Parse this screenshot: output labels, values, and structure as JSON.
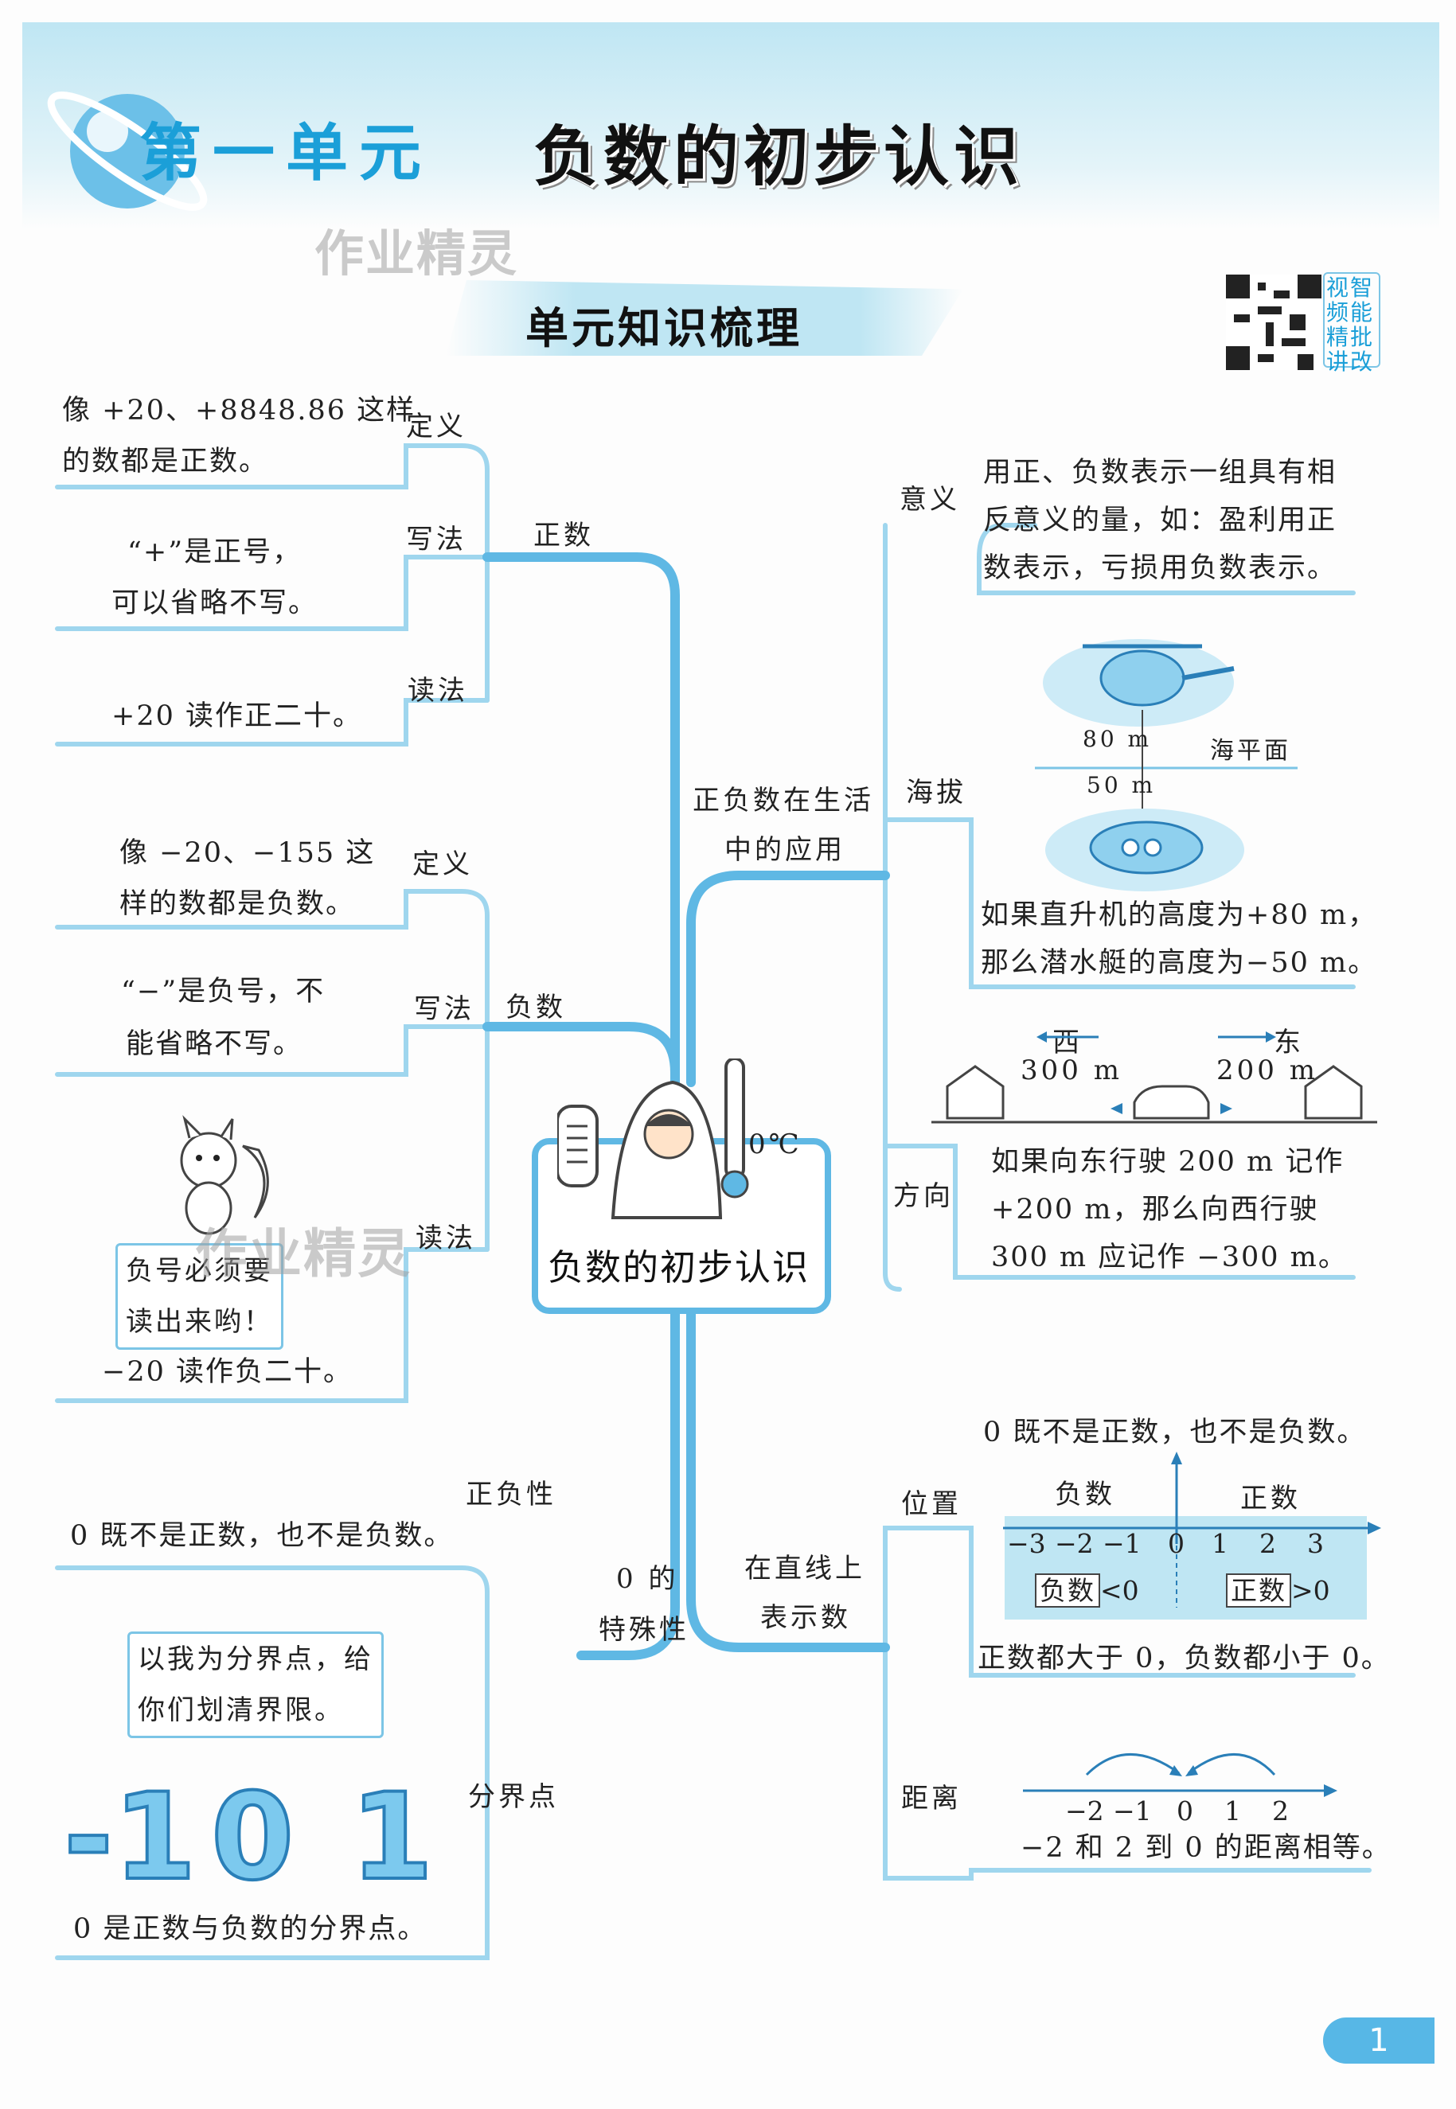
{
  "header": {
    "unit_label": "第一单元",
    "title": "负数的初步认识",
    "watermark": "作业精灵",
    "subtitle": "单元知识梳理",
    "qr_text": [
      "视",
      "智",
      "频",
      "能",
      "精",
      "批",
      "讲",
      "改"
    ]
  },
  "center": {
    "label": "负数的初步认识",
    "temp_label": "0℃"
  },
  "positive": {
    "branch": "正数",
    "definition_label": "定义",
    "definition_lines": [
      "像 +20、+8848.86 这样",
      "的数都是正数。"
    ],
    "writing_label": "写法",
    "writing_lines": [
      "“+”是正号，",
      "可以省略不写。"
    ],
    "reading_label": "读法",
    "reading_text": "+20 读作正二十。"
  },
  "negative": {
    "branch": "负数",
    "definition_label": "定义",
    "definition_lines": [
      "像 −20、−155 这",
      "样的数都是负数。"
    ],
    "writing_label": "写法",
    "writing_lines": [
      "“−”是负号，不",
      "能省略不写。"
    ],
    "reading_label": "读法",
    "bubble_lines": [
      "负号必须要",
      "读出来哟！"
    ],
    "reading_text": "−20 读作负二十。"
  },
  "zero": {
    "branch_lines": [
      "0 的",
      "特殊性"
    ],
    "sign_label": "正负性",
    "sign_text": "0 既不是正数，也不是负数。",
    "boundary_label": "分界点",
    "bubble_lines": [
      "以我为分界点，给",
      "你们划清界限。"
    ],
    "digits": [
      "-1",
      "0",
      "1"
    ],
    "boundary_text": "0 是正数与负数的分界点。"
  },
  "life": {
    "branch_lines": [
      "正负数在生活",
      "中的应用"
    ],
    "meaning_label": "意义",
    "meaning_lines": [
      "用正、负数表示一组具有相",
      "反意义的量，如：盈利用正",
      "数表示，亏损用负数表示。"
    ],
    "altitude_label": "海拔",
    "heli_height": "80 m",
    "sea_level": "海平面",
    "sub_depth": "50 m",
    "altitude_lines": [
      "如果直升机的高度为+80 m，",
      "那么潜水艇的高度为−50 m。"
    ],
    "direction_label": "方向",
    "west": "西",
    "east": "东",
    "west_dist": "300 m",
    "east_dist": "200 m",
    "direction_lines": [
      "如果向东行驶 200 m 记作",
      "+200 m，那么向西行驶",
      "300 m 应记作 −300 m。"
    ]
  },
  "line": {
    "branch_lines": [
      "在直线上",
      "表示数"
    ],
    "position_label": "位置",
    "zero_note": "0 既不是正数，也不是负数。",
    "neg_label": "负数",
    "pos_label": "正数",
    "ticks": [
      "−3",
      "−2",
      "−1",
      "0",
      "1",
      "2",
      "3"
    ],
    "neg_box": "负数",
    "neg_rel": "<0",
    "pos_box": "正数",
    "pos_rel": ">0",
    "position_text": "正数都大于 0，负数都小于 0。",
    "distance_label": "距离",
    "dist_ticks": [
      "−2",
      "−1",
      "0",
      "1",
      "2"
    ],
    "distance_text": "−2 和 2 到 0 的距离相等。"
  },
  "page_number": "1",
  "colors": {
    "accent": "#1b9fd8",
    "line": "#7cc5e6",
    "band": "#bfe6f3"
  }
}
